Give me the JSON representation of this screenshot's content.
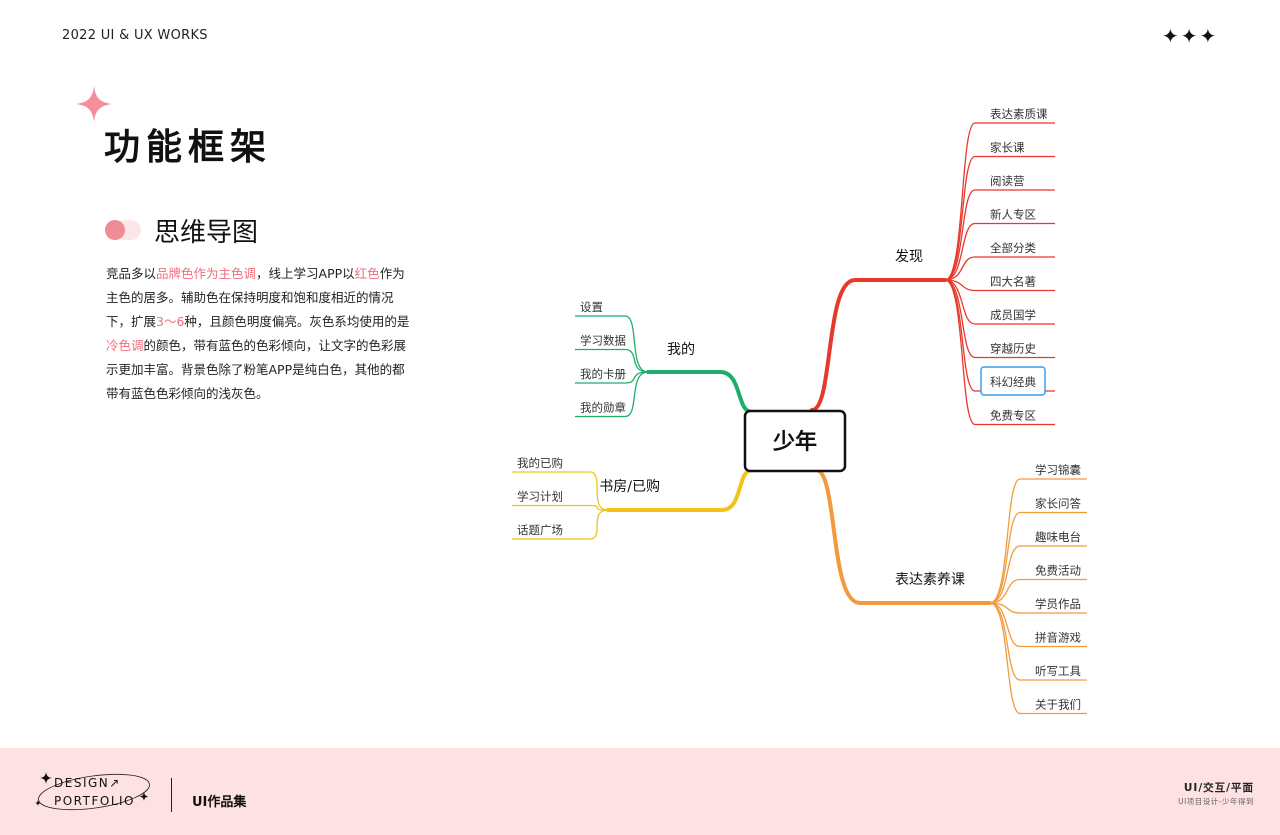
{
  "header": {
    "left_text": "2022 UI & UX WORKS",
    "right_icon": "three-stars-icon"
  },
  "title": "功能框架",
  "section": {
    "title": "思维导图"
  },
  "description": {
    "parts": [
      {
        "text": "竞品多以",
        "highlight": false
      },
      {
        "text": "品牌色作为主色调",
        "highlight": true
      },
      {
        "text": "，线上学习APP以",
        "highlight": false
      },
      {
        "text": "红色",
        "highlight": true
      },
      {
        "text": "作为主色的居多。辅助色在保持明度和饱和度相近的情况下，扩展",
        "highlight": false
      },
      {
        "text": "3～6",
        "highlight": true
      },
      {
        "text": "种，且颜色明度偏亮。灰色系均使用的是",
        "highlight": false
      },
      {
        "text": "冷色调",
        "highlight": true
      },
      {
        "text": "的颜色，带有蓝色的色彩倾向，让文字的色彩展示更加丰富。背景色除了粉笔APP是纯白色，其他的都带有蓝色色彩倾向的浅灰色。",
        "highlight": false
      }
    ]
  },
  "mindmap": {
    "root": "少年",
    "branches": [
      {
        "id": "discover",
        "label": "发现",
        "color": "#e8372c",
        "children": [
          "表达素质课",
          "家长课",
          "阅读营",
          "新人专区",
          "全部分类",
          "四大名著",
          "成员国学",
          "穿越历史",
          "科幻经典",
          "免费专区"
        ],
        "selected_child": "科幻经典"
      },
      {
        "id": "course",
        "label": "表达素养课",
        "color": "#f39a3c",
        "children": [
          "学习锦囊",
          "家长问答",
          "趣味电台",
          "免费活动",
          "学员作品",
          "拼音游戏",
          "听写工具",
          "关于我们"
        ]
      },
      {
        "id": "mine",
        "label": "我的",
        "color": "#1fae6a",
        "children": [
          "设置",
          "学习数据",
          "我的卡册",
          "我的勋章"
        ]
      },
      {
        "id": "shelf",
        "label": "书房/已购",
        "color": "#f2c31a",
        "children": [
          "我的已购",
          "学习计划",
          "话题广场"
        ]
      }
    ]
  },
  "footer": {
    "logo_line1": "DESIGN↗",
    "logo_line2": "PORTFOLIO",
    "label": "UI作品集",
    "right_line1": "UI/交互/平面",
    "right_line2": "UI项目设计-少年得到"
  },
  "colors": {
    "accent_pink": "#ef6f7f",
    "footer_bg": "#fde1e3",
    "selected_border": "#3a9ee8"
  }
}
